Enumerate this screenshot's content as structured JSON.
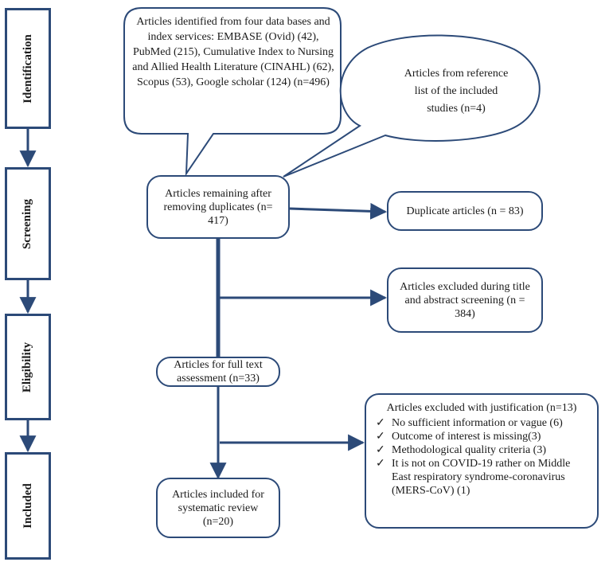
{
  "stages": [
    "Identification",
    "Screening",
    "Eligibility",
    "Included"
  ],
  "identified": "Articles identified from four data bases and index services: EMBASE (Ovid) (42), PubMed (215), Cumulative Index to Nursing and Allied Health Literature (CINAHL) (62), Scopus (53), Google scholar (124) (n=496)",
  "reference": "Articles from reference list of the included studies (n=4)",
  "remaining": "Articles remaining after removing duplicates (n= 417)",
  "duplicates": "Duplicate articles (n = 83)",
  "excluded_screening": "Articles excluded during title and abstract screening (n = 384)",
  "fulltext": "Articles for full text assessment (n=33)",
  "excluded_justification": {
    "title": "Articles excluded with justification (n=13)",
    "items": [
      "No sufficient information or vague (6)",
      "Outcome of interest is missing(3)",
      "Methodological quality criteria (3)",
      "It is not on COVID-19 rather on Middle East respiratory syndrome-coronavirus (MERS-CoV) (1)"
    ]
  },
  "included": "Articles included for systematic review (n=20)",
  "check_glyph": "✓",
  "colors": {
    "border": "#2c4a78",
    "arrow": "#2c4a78"
  }
}
